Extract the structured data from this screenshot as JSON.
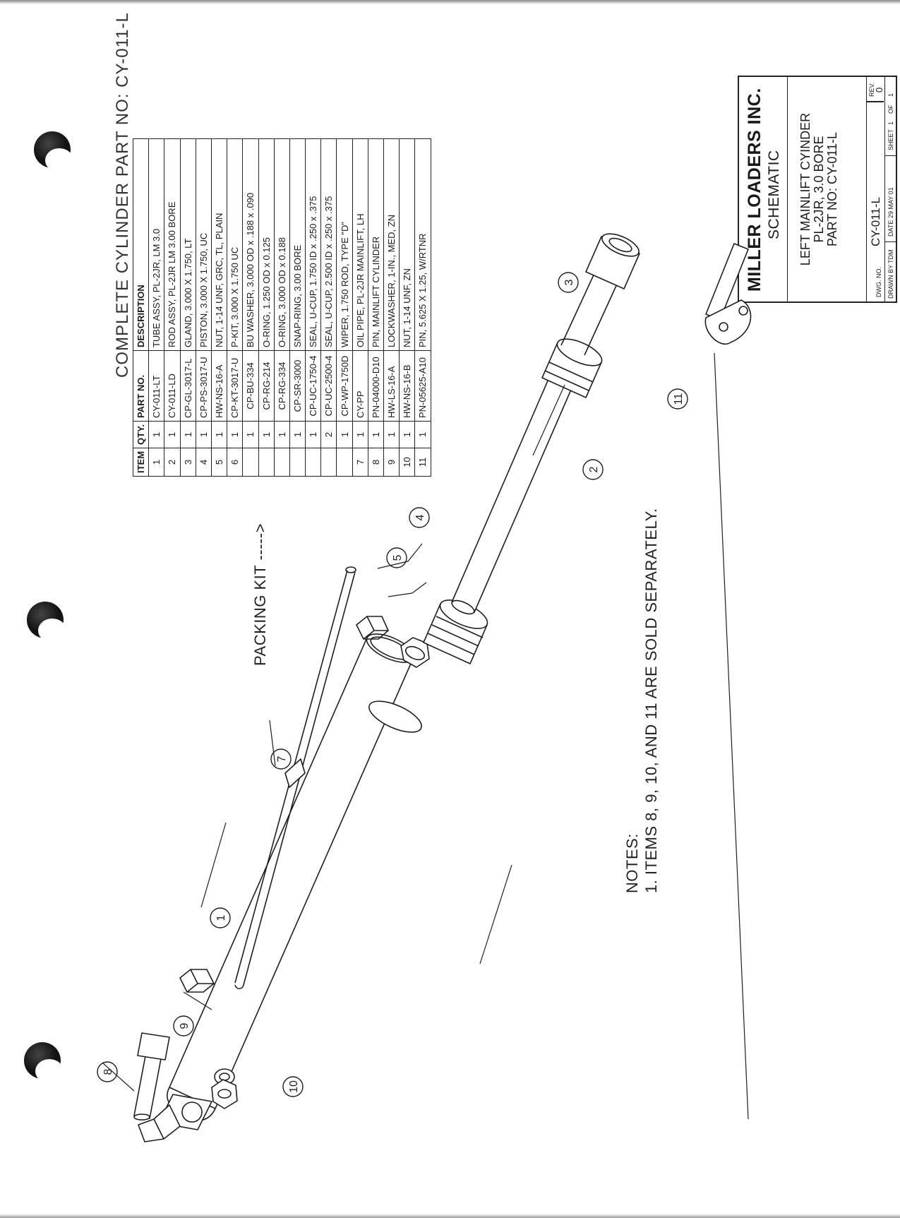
{
  "drawing": {
    "title_prefix": "COMPLETE CYLINDER PART NO: ",
    "part_number": "CY-011-L",
    "packing_kit_label": "PACKING KIT ----->",
    "notes_heading": "NOTES:",
    "notes": [
      "1. ITEMS 8, 9, 10, AND 11 ARE SOLD SEPARATELY."
    ],
    "balloons": [
      "1",
      "2",
      "3",
      "4",
      "5",
      "7",
      "8",
      "9",
      "10",
      "11"
    ]
  },
  "bom": {
    "headers": [
      "ITEM",
      "QTY.",
      "PART NO.",
      "DESCRIPTION"
    ],
    "rows": [
      {
        "item": "1",
        "qty": "1",
        "part": "CY-011-LT",
        "desc": "TUBE ASSY, PL-2JR, LM 3.0",
        "indent": false
      },
      {
        "item": "2",
        "qty": "1",
        "part": "CY-011-LD",
        "desc": "ROD ASSY, PL-2JR LM 3.00 BORE",
        "indent": false
      },
      {
        "item": "3",
        "qty": "1",
        "part": "CP-GL-3017-L",
        "desc": "GLAND, 3.000 X 1.750, LT",
        "indent": false
      },
      {
        "item": "4",
        "qty": "1",
        "part": "CP-PS-3017-U",
        "desc": "PISTON, 3.000 X 1.750, UC",
        "indent": false
      },
      {
        "item": "5",
        "qty": "1",
        "part": "HW-NS-16-A",
        "desc": "NUT, 1-14 UNF, GRC, TL, PLAIN",
        "indent": false
      },
      {
        "item": "6",
        "qty": "1",
        "part": "CP-KT-3017-U",
        "desc": "P-KIT, 3.000 X 1.750 UC",
        "indent": false
      },
      {
        "item": "",
        "qty": "1",
        "part": "CP-BU-334",
        "desc": "BU WASHER, 3.000 OD x .188 x .090",
        "indent": true
      },
      {
        "item": "",
        "qty": "1",
        "part": "CP-RG-214",
        "desc": "O-RING, 1.250 OD x 0.125",
        "indent": true
      },
      {
        "item": "",
        "qty": "1",
        "part": "CP-RG-334",
        "desc": "O-RING, 3.000 OD x 0.188",
        "indent": true
      },
      {
        "item": "",
        "qty": "1",
        "part": "CP-SR-3000",
        "desc": "SNAP-RING, 3.00 BORE",
        "indent": true
      },
      {
        "item": "",
        "qty": "1",
        "part": "CP-UC-1750-4",
        "desc": "SEAL, U-CUP, 1.750 ID x .250 x .375",
        "indent": true
      },
      {
        "item": "",
        "qty": "2",
        "part": "CP-UC-2500-4",
        "desc": "SEAL, U-CUP, 2.500 ID x .250 x .375",
        "indent": true
      },
      {
        "item": "",
        "qty": "1",
        "part": "CP-WP-1750D",
        "desc": "WIPER, 1.750 ROD, TYPE \"D\"",
        "indent": true
      },
      {
        "item": "7",
        "qty": "1",
        "part": "CY-PP",
        "desc": "OIL PIPE, PL-2JR MAINLIFT, LH",
        "indent": false
      },
      {
        "item": "8",
        "qty": "1",
        "part": "PN-04000-D10",
        "desc": "PIN, MAINLIFT CYLINDER",
        "indent": false
      },
      {
        "item": "9",
        "qty": "1",
        "part": "HW-LS-16-A",
        "desc": "LOCKWASHER, 1-IN., MED, ZN",
        "indent": false
      },
      {
        "item": "10",
        "qty": "1",
        "part": "HW-NS-16-B",
        "desc": "NUT, 1-14 UNF, ZN",
        "indent": false
      },
      {
        "item": "11",
        "qty": "1",
        "part": "PN-05625-A10",
        "desc": "PIN, 5.625 X 1.25, W/RTNR",
        "indent": false
      }
    ]
  },
  "title_block": {
    "company": "MILLER LOADERS INC.",
    "subtitle": "SCHEMATIC",
    "desc_lines": [
      "LEFT MAINLIFT CYINDER",
      "PL-2JR, 3.0 BORE",
      "PART NO: CY-011-L"
    ],
    "dwg_no_label": "DWG. NO.",
    "dwg_no": "CY-011-L",
    "rev_label": "REV.",
    "rev": "0",
    "drawn_by_label": "DRAWN BY",
    "drawn_by": "TDM",
    "date_label": "DATE",
    "date": "29 MAY 01",
    "sheet_label": "SHEET",
    "sheet_of_label": "OF",
    "sheet_num": "1",
    "sheet_total": "1"
  }
}
